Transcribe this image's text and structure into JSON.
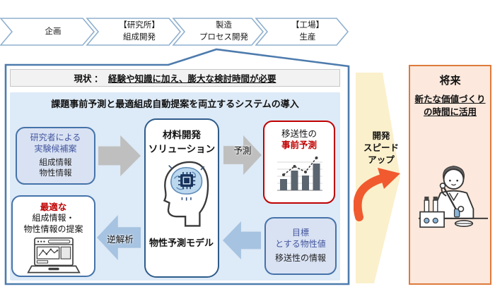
{
  "process_flow": {
    "steps": [
      {
        "label": "企画",
        "sub": ""
      },
      {
        "label": "【研究所】",
        "sub": "組成開発"
      },
      {
        "label": "製造",
        "sub": "プロセス開発"
      },
      {
        "label": "【工場】",
        "sub": "生産"
      }
    ]
  },
  "main": {
    "current_label": "現状 ：",
    "current_text": "経験や知識に加え、膨大な検討時間が必要",
    "system_title": "課題事前予測と最適組成自動提案を両立するシステムの導入",
    "candidate_box": {
      "title1": "研究者による",
      "title2": "実験候補案",
      "sub1": "組成情報",
      "sub2": "物性情報"
    },
    "solution_box": {
      "title1": "材料開発",
      "title2": "ソリューション",
      "model_label": "物性予測モデル"
    },
    "prediction_box": {
      "line1": "移送性の",
      "line2": "事前予測"
    },
    "target_box": {
      "title1": "目標",
      "title2": "とする物性値",
      "sub": "移送性の情報"
    },
    "proposal_box": {
      "highlight": "最適な",
      "line1": "組成情報・",
      "line2": "物性情報の提案"
    },
    "arrow_predict_label": "予測",
    "arrow_inverse_label": "逆解析"
  },
  "speedup": {
    "line1": "開発",
    "line2": "スピード",
    "line3": "アップ"
  },
  "future": {
    "title": "将来",
    "subtitle1": "新たな価値づくり",
    "subtitle2": "の時間に活用"
  },
  "colors": {
    "chevron_border": "#8fb0cf",
    "main_border": "#4d7bad",
    "panel_bg": "#ddeaf7",
    "lavender_bg": "#d9e2f3",
    "box_border_blue": "#4573a9",
    "solution_border": "#2e5c8a",
    "alert_red": "#c00000",
    "blue_text": "#44569e",
    "gray_arrow": "#bfbfbf",
    "blue_arrow": "#a6c3e1",
    "speedup_bg": "#fbf0cc",
    "orange_arrow": "#f05a2e",
    "future_bg": "#fce8dc",
    "future_border": "#dd7a3c"
  },
  "icons": {
    "brain_chip": "brain-with-chip",
    "laptop_chart": "laptop-with-line-chart",
    "scientist": "scientist-with-pipette",
    "mini_chart": {
      "type": "bar+line",
      "bar_values": [
        16,
        28,
        21,
        38
      ],
      "line_values": [
        22,
        34,
        26,
        46
      ]
    }
  }
}
